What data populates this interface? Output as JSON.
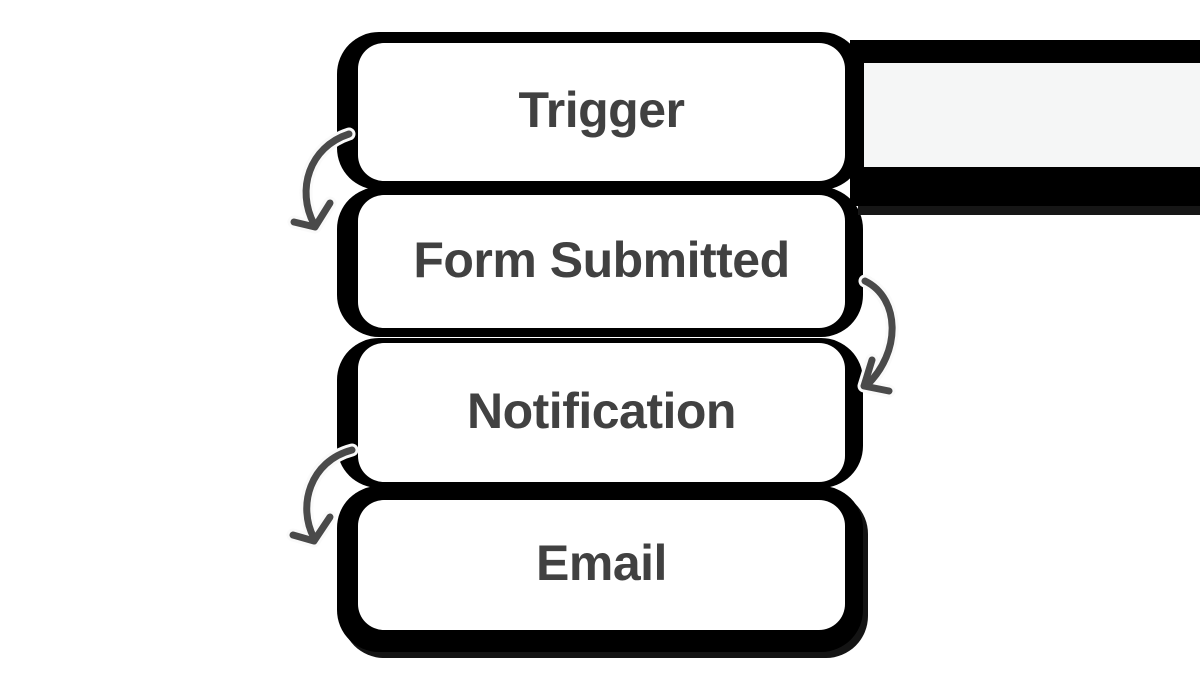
{
  "diagram": {
    "nodes": [
      {
        "id": "trigger",
        "label": "Trigger"
      },
      {
        "id": "form-submitted",
        "label": "Form Submitted"
      },
      {
        "id": "notification",
        "label": "Notification"
      },
      {
        "id": "email",
        "label": "Email"
      }
    ],
    "connections": [
      {
        "from": "Trigger",
        "to": "Form Submitted",
        "side": "left",
        "style": "curved-arrow"
      },
      {
        "from": "Form Submitted",
        "to": "Notification",
        "side": "right",
        "style": "curved-arrow"
      },
      {
        "from": "Notification",
        "to": "Email",
        "side": "left",
        "style": "curved-arrow"
      }
    ],
    "offscreen_node": {
      "description": "unlabeled node cut off at right edge"
    },
    "colors": {
      "background": "#ffffff",
      "node_fill": "#ffffff",
      "node_border": "#000000",
      "label": "#414141",
      "arrow": "#4a4a4a",
      "offscreen_node_fill": "#f5f6f6"
    }
  }
}
